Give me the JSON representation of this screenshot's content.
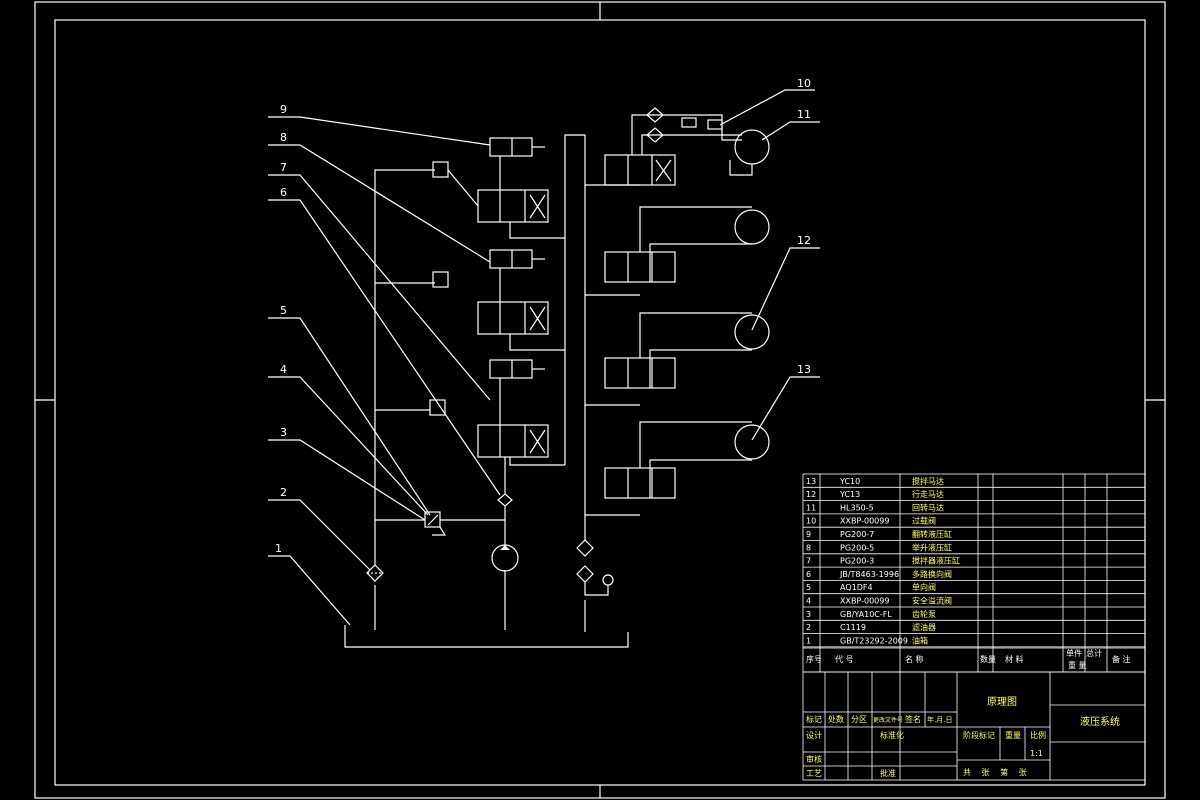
{
  "callouts": [
    "9",
    "8",
    "7",
    "6",
    "5",
    "4",
    "3",
    "2",
    "1",
    "10",
    "11",
    "12",
    "13"
  ],
  "parts_list": [
    {
      "no": "13",
      "code": "YC10",
      "name": "搅拌马达"
    },
    {
      "no": "12",
      "code": "YC13",
      "name": "行走马达"
    },
    {
      "no": "11",
      "code": "HL350-5",
      "name": "回转马达"
    },
    {
      "no": "10",
      "code": "XXBP-00099",
      "name": "过载阀"
    },
    {
      "no": "9",
      "code": "PG200-7",
      "name": "翻转液压缸"
    },
    {
      "no": "8",
      "code": "PG200-5",
      "name": "举升液压缸"
    },
    {
      "no": "7",
      "code": "PG200-3",
      "name": "搅拌器液压缸"
    },
    {
      "no": "6",
      "code": "JB/T8463-1996",
      "name": "多路换向阀"
    },
    {
      "no": "5",
      "code": "AQ1DF4",
      "name": "单向阀"
    },
    {
      "no": "4",
      "code": "XXBP-00099",
      "name": "安全溢流阀"
    },
    {
      "no": "3",
      "code": "GB/YA10C-FL",
      "name": "齿轮泵"
    },
    {
      "no": "2",
      "code": "C1119",
      "name": "滤油器"
    },
    {
      "no": "1",
      "code": "GB/T23292-2009",
      "name": "油箱"
    }
  ],
  "header": {
    "seq": "序号",
    "code": "代 号",
    "name": "名 称",
    "qty": "数量",
    "material": "材 料",
    "unit_weight": "单件",
    "total_weight": "总计",
    "weight": "重 量",
    "remark": "备 注"
  },
  "title_block": {
    "drawing_name": "原理图",
    "project": "液压系统",
    "mark": "标记",
    "count": "处数",
    "zone": "分区",
    "change_doc": "更改文件号",
    "sign": "签名",
    "date": "年.月.日",
    "design": "设计",
    "standard": "标准化",
    "review": "审核",
    "process": "工艺",
    "approve": "批准",
    "stage_mark": "阶段标记",
    "weight": "重量",
    "scale": "比例",
    "scale_value": "1:1",
    "sheets": "共  张  第  张"
  }
}
